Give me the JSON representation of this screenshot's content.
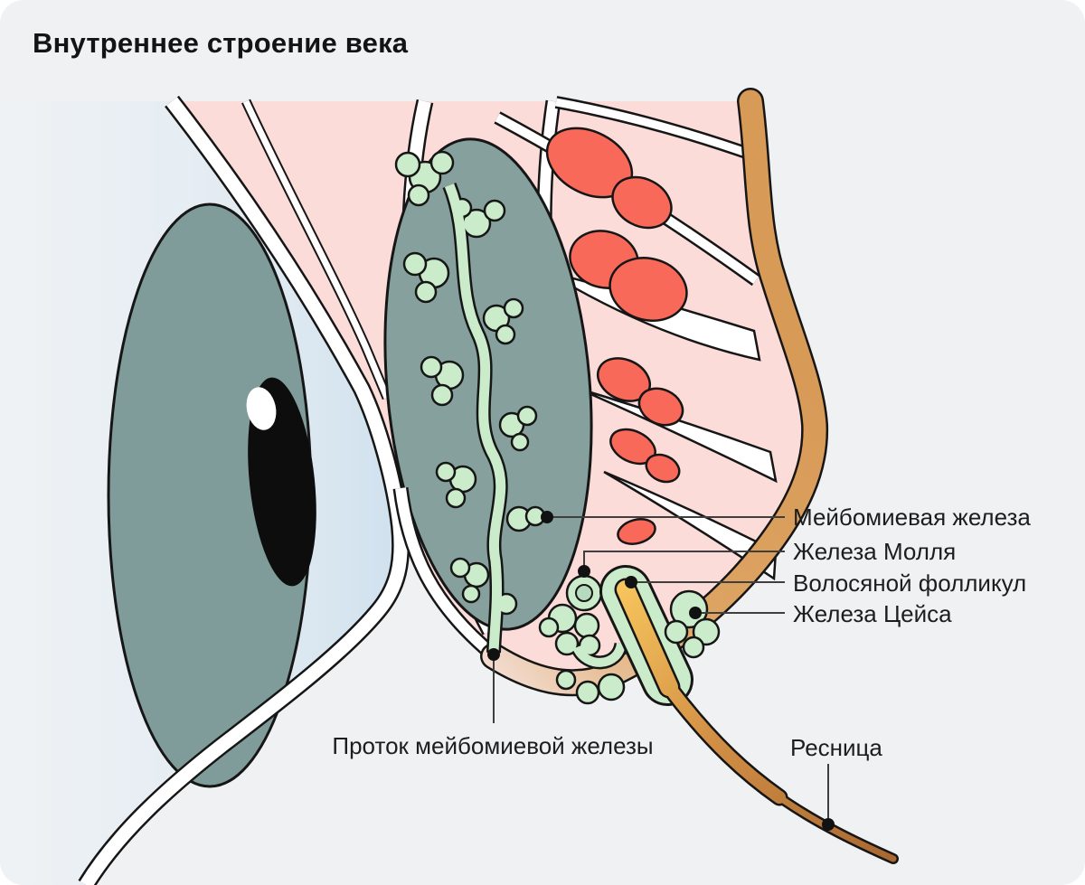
{
  "title": "Внутреннее строение века",
  "labels": {
    "meibomian_gland": "Мейбомиевая железа",
    "moll_gland": "Железа Молля",
    "hair_follicle": "Волосяной фолликул",
    "zeis_gland": "Железа Цейса",
    "meibomian_duct": "Проток мейбомиевой железы",
    "eyelash": "Ресница"
  },
  "palette": {
    "card_background": "#f0f1f2",
    "eye_blue": "#d3e3ef",
    "iris_teal": "#7f9c9b",
    "pupil_black": "#0d0d0d",
    "tissue_pink": "#fcdcd8",
    "tarsal_plate_teal": "#86a19d",
    "gland_green": "#cbeccb",
    "vessel_red": "#f9695a",
    "skin_tan": "#dca162",
    "hair_brown": "#b06f35",
    "outline_black": "#161616",
    "leader_gray": "#3f3f3f"
  }
}
